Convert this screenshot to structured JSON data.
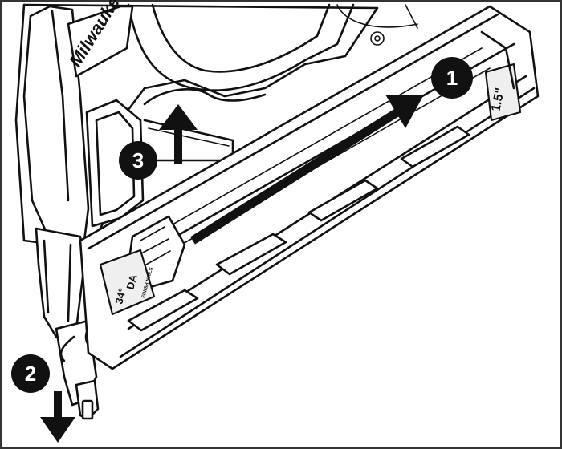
{
  "brand": {
    "logo_text": "Milwaukee"
  },
  "magazine": {
    "nail_length_label": "1.5\"",
    "nail_type_label": "DA",
    "angle_label": "34°",
    "nail_subtitle": "FINISH NAILS"
  },
  "steps": [
    {
      "number": "1",
      "action": "push",
      "direction": "up-right"
    },
    {
      "number": "2",
      "action": "pull",
      "direction": "down"
    },
    {
      "number": "3",
      "action": "lift",
      "direction": "up"
    }
  ],
  "colors": {
    "line": "#111111",
    "background": "#ffffff",
    "badge": "#111111"
  }
}
